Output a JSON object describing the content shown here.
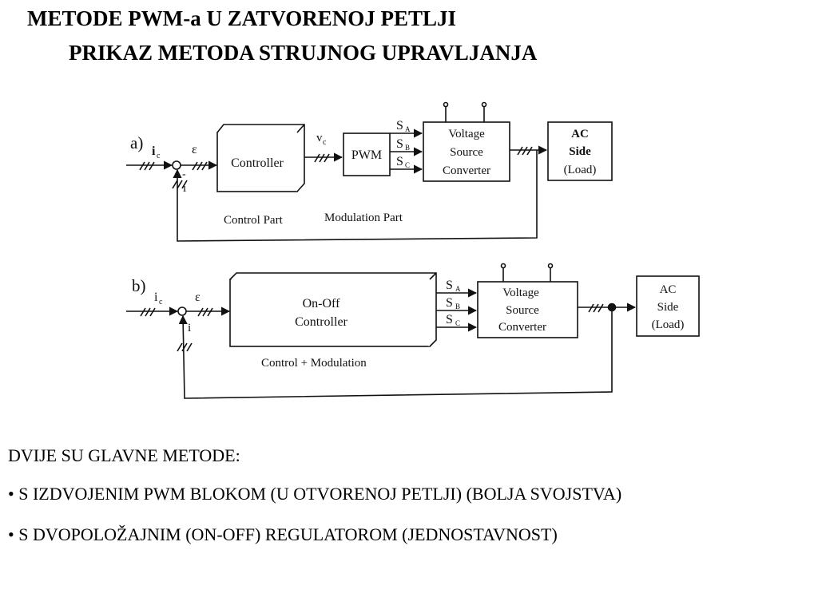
{
  "slide": {
    "title_line1": "METODE PWM-a U ZATVORENOJ PETLJI",
    "title_line2": "PRIKAZ METODA STRUJNOG UPRAVLJANJA"
  },
  "diagram_a": {
    "label": "a)",
    "input": "i",
    "input_sub": "c",
    "error": "ε",
    "minus": "-",
    "feedback": "i",
    "controller": "Controller",
    "vc": "v",
    "vc_sub": "c",
    "pwm": "PWM",
    "s": "S",
    "sa": "A",
    "sb": "B",
    "sc": "C",
    "vsc_line1": "Voltage",
    "vsc_line2": "Source",
    "vsc_line3": "Converter",
    "ac_line1": "AC",
    "ac_line2": "Side",
    "ac_line3": "(Load)",
    "control_part": "Control Part",
    "modulation_part": "Modulation Part"
  },
  "diagram_b": {
    "label": "b)",
    "input": "i",
    "input_sub": "c",
    "error": "ε",
    "feedback": "i",
    "controller_line1": "On-Off",
    "controller_line2": "Controller",
    "s": "S",
    "sa": "A",
    "sb": "B",
    "sc": "C",
    "vsc_line1": "Voltage",
    "vsc_line2": "Source",
    "vsc_line3": "Converter",
    "ac_line1": "AC",
    "ac_line2": "Side",
    "ac_line3": "(Load)",
    "control_modulation": "Control + Modulation"
  },
  "text": {
    "intro": "DVIJE SU GLAVNE METODE:",
    "bullet1": "• S IZDVOJENIM PWM BLOKOM (U OTVORENOJ PETLJI) (BOLJA SVOJSTVA)",
    "bullet2": "• S DVOPOLOŽAJNIM (ON-OFF) REGULATOROM (JEDNOSTAVNOST)"
  }
}
